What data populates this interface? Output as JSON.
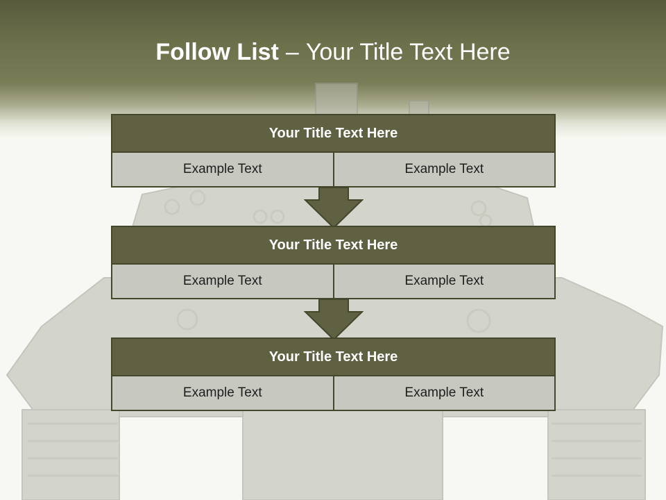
{
  "title": {
    "bold": "Follow List",
    "dash": "–",
    "rest": "Your Title Text Here"
  },
  "panels": [
    {
      "header": "Your Title Text Here",
      "cells": [
        "Example Text",
        "Example Text"
      ]
    },
    {
      "header": "Your Title Text Here",
      "cells": [
        "Example Text",
        "Example Text"
      ]
    },
    {
      "header": "Your Title Text Here",
      "cells": [
        "Example Text",
        "Example Text"
      ]
    }
  ],
  "colors": {
    "header_band": "#6b6f4a",
    "panel_header": "#5f6142",
    "panel_cell": "#c7c8c0",
    "arrow": "#5f6142",
    "outline": "#45472c"
  }
}
